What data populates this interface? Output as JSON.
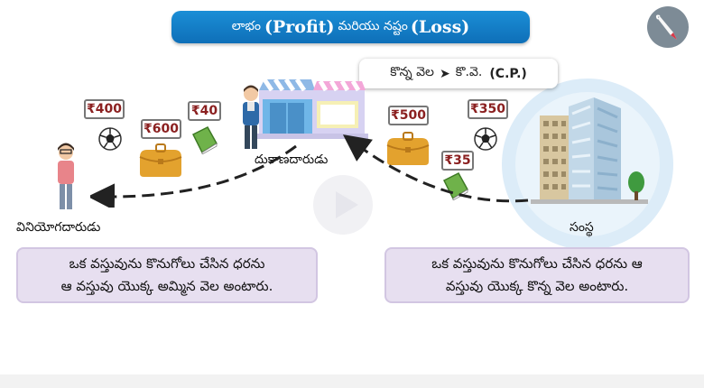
{
  "title": {
    "part1": "లాభం",
    "profit": "(Profit)",
    "part2": "మరియు నష్టం",
    "loss": "(Loss)"
  },
  "cost_price_note": {
    "text": "కొన్న వెల",
    "abbr": "కొ.వె.",
    "english": "(C.P.)"
  },
  "shopkeeper": {
    "label": "దుకాణదారుడు",
    "tags": [
      "₹400",
      "₹600",
      "₹40"
    ]
  },
  "company": {
    "label": "సంస్థ",
    "tags": [
      "₹500",
      "₹350",
      "₹35"
    ]
  },
  "consumer": {
    "label": "వినియోగదారుడు"
  },
  "left_info": {
    "line1": "ఒక వస్తువును కొనుగోలు చేసిన ధరను",
    "line2": "ఆ వస్తువు యొక్క అమ్మిన వెల అంటారు."
  },
  "right_info": {
    "line1": "ఒక వస్తువును కొనుగోలు చేసిన ధరను ఆ",
    "line2": "వస్తువు యొక్క కొన్న వెల అంటారు."
  },
  "icons": {
    "logo": "pen-nib-icon",
    "play": "play-icon",
    "football": "football-icon",
    "bag": "bag-icon",
    "book": "book-icon"
  }
}
